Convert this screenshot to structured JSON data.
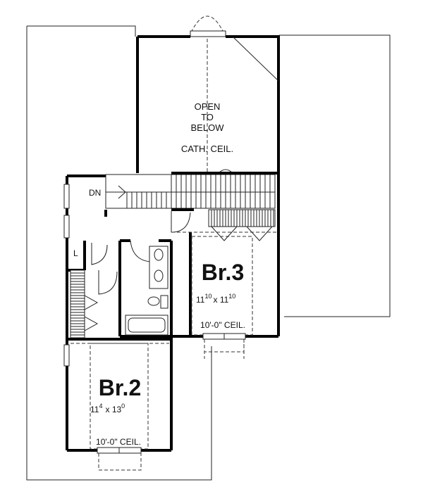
{
  "labels": {
    "open_line1": "OPEN",
    "open_line2": "TO",
    "open_line3": "BELOW",
    "cath_ceil": "CATH. CEIL.",
    "dn": "DN",
    "linen": "L",
    "br3": {
      "name": "Br.3",
      "dim_w": "11",
      "dim_w_sup": "10",
      "dim_x": "x 11",
      "dim_h_sup": "10",
      "ceiling": "10'-0\" CEIL."
    },
    "br2": {
      "name": "Br.2",
      "dim_w": "11",
      "dim_w_sup": "4",
      "dim_x": "x 13",
      "dim_h_sup": "0",
      "ceiling": "10'-0\" CEIL."
    }
  }
}
